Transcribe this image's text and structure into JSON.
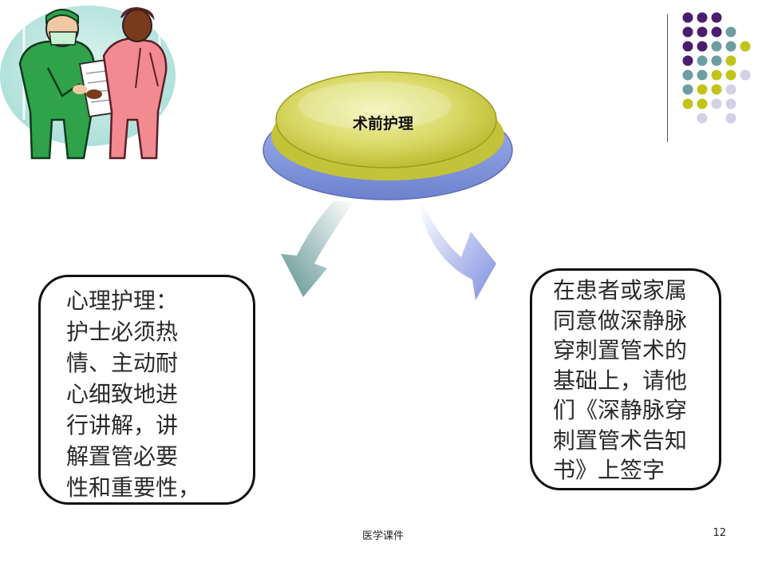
{
  "slide": {
    "center_label": "术前护理",
    "left_box": {
      "lines": [
        "心理护理：",
        "护士必须热",
        "情、主动耐",
        "心细致地进",
        "行讲解，讲",
        "解置管必要",
        "性和重要性，"
      ]
    },
    "right_box": {
      "lines": [
        "在患者或家属",
        "同意做深静脉",
        "穿刺置管术的",
        "基础上，请他",
        "们《深静脉穿",
        "刺置管术告知",
        "书》上签字"
      ]
    },
    "footer": "医学课件",
    "page_number": "12"
  },
  "colors": {
    "purple": "#4a1d6e",
    "teal": "#6c9ea2",
    "olive": "#c2c41a",
    "lavender": "#d4d0e6",
    "button_top": "#c8c83a",
    "button_base": "#7f93d8"
  },
  "icons": [
    "doctor-nurse-clipart",
    "dot-grid-decoration",
    "arrow-left-icon",
    "arrow-right-icon"
  ]
}
